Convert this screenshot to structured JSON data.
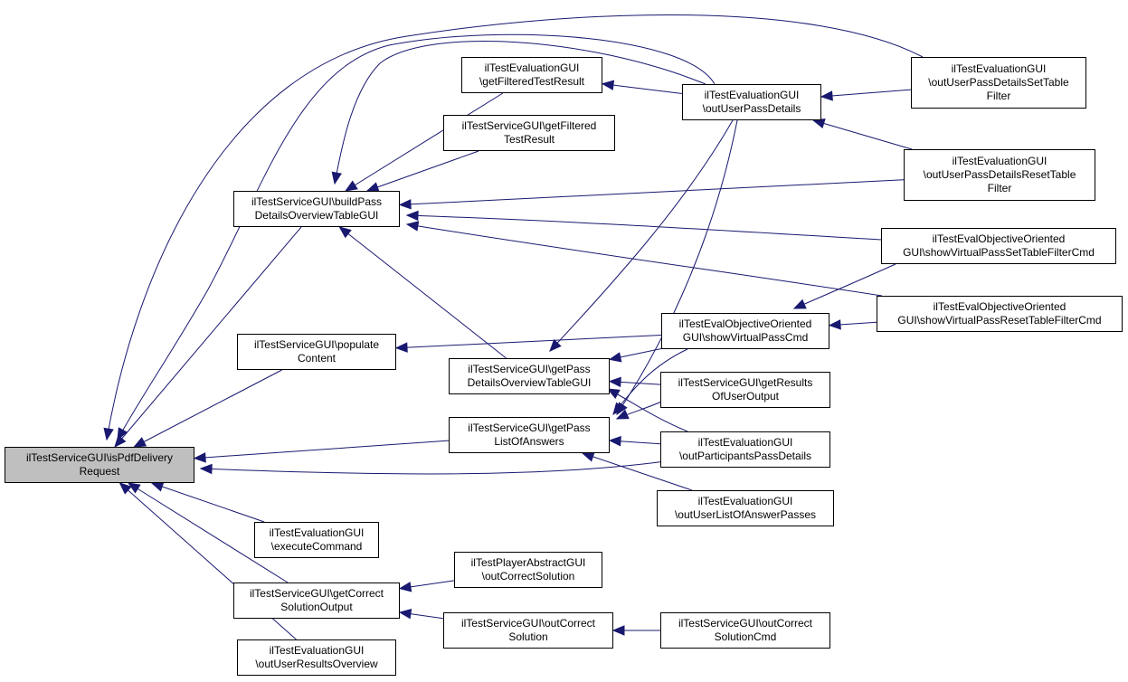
{
  "colors": {
    "edge": "#191970",
    "node_border": "#000000",
    "root_fill": "#bfbfbf",
    "node_fill": "#ffffff"
  },
  "nodes": [
    {
      "id": "isPdf",
      "lines": [
        "ilTestServiceGUI\\isPdfDelivery",
        "Request"
      ],
      "root": true
    },
    {
      "id": "buildPass",
      "lines": [
        "ilTestServiceGUI\\buildPass",
        "DetailsOverviewTableGUI"
      ]
    },
    {
      "id": "populate",
      "lines": [
        "ilTestServiceGUI\\populate",
        "Content"
      ]
    },
    {
      "id": "execCmd",
      "lines": [
        "ilTestEvaluationGUI",
        "\\executeCommand"
      ]
    },
    {
      "id": "getCorrect",
      "lines": [
        "ilTestServiceGUI\\getCorrect",
        "SolutionOutput"
      ]
    },
    {
      "id": "outUserResults",
      "lines": [
        "ilTestEvaluationGUI",
        "\\outUserResultsOverview"
      ]
    },
    {
      "id": "getFilteredEval",
      "lines": [
        "ilTestEvaluationGUI",
        "\\getFilteredTestResult"
      ]
    },
    {
      "id": "getFilteredSvc",
      "lines": [
        "ilTestServiceGUI\\getFiltered",
        "TestResult"
      ]
    },
    {
      "id": "getPassDetails",
      "lines": [
        "ilTestServiceGUI\\getPass",
        "DetailsOverviewTableGUI"
      ]
    },
    {
      "id": "getPassList",
      "lines": [
        "ilTestServiceGUI\\getPass",
        "ListOfAnswers"
      ]
    },
    {
      "id": "outCorrectPlayer",
      "lines": [
        "ilTestPlayerAbstractGUI",
        "\\outCorrectSolution"
      ]
    },
    {
      "id": "outCorrectSvc",
      "lines": [
        "ilTestServiceGUI\\outCorrect",
        "Solution"
      ]
    },
    {
      "id": "outUserPass",
      "lines": [
        "ilTestEvaluationGUI",
        "\\outUserPassDetails"
      ]
    },
    {
      "id": "showVirtual",
      "lines": [
        "ilTestEvalObjectiveOriented",
        "GUI\\showVirtualPassCmd"
      ]
    },
    {
      "id": "getResultsUser",
      "lines": [
        "ilTestServiceGUI\\getResults",
        "OfUserOutput"
      ]
    },
    {
      "id": "outParticipants",
      "lines": [
        "ilTestEvaluationGUI",
        "\\outParticipantsPassDetails"
      ]
    },
    {
      "id": "outUserList",
      "lines": [
        "ilTestEvaluationGUI",
        "\\outUserListOfAnswerPasses"
      ]
    },
    {
      "id": "outCorrectCmd",
      "lines": [
        "ilTestServiceGUI\\outCorrect",
        "SolutionCmd"
      ]
    },
    {
      "id": "setFilter",
      "lines": [
        "ilTestEvaluationGUI",
        "\\outUserPassDetailsSetTable",
        "Filter"
      ]
    },
    {
      "id": "resetFilter",
      "lines": [
        "ilTestEvaluationGUI",
        "\\outUserPassDetailsResetTable",
        "Filter"
      ]
    },
    {
      "id": "virtSetFilter",
      "lines": [
        "ilTestEvalObjectiveOriented",
        "GUI\\showVirtualPassSetTableFilterCmd"
      ]
    },
    {
      "id": "virtResetFilter",
      "lines": [
        "ilTestEvalObjectiveOriented",
        "GUI\\showVirtualPassResetTableFilterCmd"
      ]
    }
  ],
  "edges": [
    {
      "from": "buildPass",
      "to": "isPdf"
    },
    {
      "from": "populate",
      "to": "isPdf"
    },
    {
      "from": "getPassList",
      "to": "isPdf"
    },
    {
      "from": "outParticipants",
      "to": "isPdf"
    },
    {
      "from": "execCmd",
      "to": "isPdf"
    },
    {
      "from": "getCorrect",
      "to": "isPdf"
    },
    {
      "from": "outUserResults",
      "to": "isPdf"
    },
    {
      "from": "setFilter",
      "to": "isPdf"
    },
    {
      "from": "outUserPass",
      "to": "isPdf"
    },
    {
      "from": "getFilteredEval",
      "to": "buildPass"
    },
    {
      "from": "getFilteredSvc",
      "to": "buildPass"
    },
    {
      "from": "getPassDetails",
      "to": "buildPass"
    },
    {
      "from": "outUserPass",
      "to": "buildPass"
    },
    {
      "from": "resetFilter",
      "to": "buildPass"
    },
    {
      "from": "virtSetFilter",
      "to": "buildPass"
    },
    {
      "from": "virtResetFilter",
      "to": "buildPass"
    },
    {
      "from": "outUserPass",
      "to": "getFilteredEval"
    },
    {
      "from": "setFilter",
      "to": "outUserPass"
    },
    {
      "from": "resetFilter",
      "to": "outUserPass"
    },
    {
      "from": "showVirtual",
      "to": "populate"
    },
    {
      "from": "showVirtual",
      "to": "getPassDetails"
    },
    {
      "from": "getResultsUser",
      "to": "getPassDetails"
    },
    {
      "from": "outParticipants",
      "to": "getPassDetails"
    },
    {
      "from": "outUserPass",
      "to": "getPassDetails"
    },
    {
      "from": "showVirtual",
      "to": "getPassList"
    },
    {
      "from": "getResultsUser",
      "to": "getPassList"
    },
    {
      "from": "outParticipants",
      "to": "getPassList"
    },
    {
      "from": "outUserList",
      "to": "getPassList"
    },
    {
      "from": "outUserPass",
      "to": "getPassList"
    },
    {
      "from": "virtSetFilter",
      "to": "showVirtual"
    },
    {
      "from": "virtResetFilter",
      "to": "showVirtual"
    },
    {
      "from": "outCorrectPlayer",
      "to": "getCorrect"
    },
    {
      "from": "outCorrectSvc",
      "to": "getCorrect"
    },
    {
      "from": "outCorrectCmd",
      "to": "outCorrectSvc"
    }
  ]
}
